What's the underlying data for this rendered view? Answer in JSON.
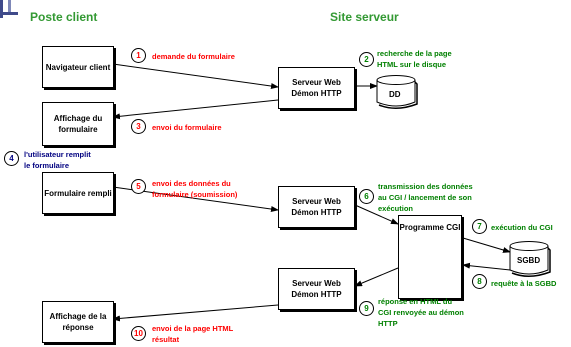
{
  "headers": {
    "left": "Poste client",
    "right": "Site serveur"
  },
  "boxes": {
    "navigator": "Navigateur client",
    "server1": "Serveur Web Démon HTTP",
    "dd": "DD",
    "display_form": "Affichage du formulaire",
    "filled_form": "Formulaire rempli",
    "server2": "Serveur Web Démon HTTP",
    "cgi": "Programme CGI",
    "sgbd": "SGBD",
    "server3": "Serveur Web Démon HTTP",
    "display_response": "Affichage de la réponse"
  },
  "steps": [
    {
      "num": "1",
      "line1": "demande du formulaire",
      "line2": "",
      "line3": ""
    },
    {
      "num": "2",
      "line1": "recherche de la page",
      "line2": "HTML sur le disque",
      "line3": ""
    },
    {
      "num": "3",
      "line1": "envoi du formulaire",
      "line2": "",
      "line3": ""
    },
    {
      "num": "4",
      "line1": "l'utilisateur remplit",
      "line2": "le formulaire",
      "line3": ""
    },
    {
      "num": "5",
      "line1": "envoi des données du",
      "line2": "formulaire (soumission)",
      "line3": ""
    },
    {
      "num": "6",
      "line1": "transmission des données",
      "line2": "au CGI / lancement de son",
      "line3": "exécution"
    },
    {
      "num": "7",
      "line1": "exécution du CGI",
      "line2": "",
      "line3": ""
    },
    {
      "num": "8",
      "line1": "requête à la SGBD",
      "line2": "",
      "line3": ""
    },
    {
      "num": "9",
      "line1": "réponse en HTML du",
      "line2": "CGI renvoyée au démon",
      "line3": "HTTP"
    },
    {
      "num": "10",
      "line1": "envoi de la page HTML",
      "line2": "résultat",
      "line3": ""
    }
  ],
  "colors": {
    "client_action": "#ff0000",
    "server_action": "#008000",
    "user_action": "#000080",
    "header": "#339933"
  }
}
